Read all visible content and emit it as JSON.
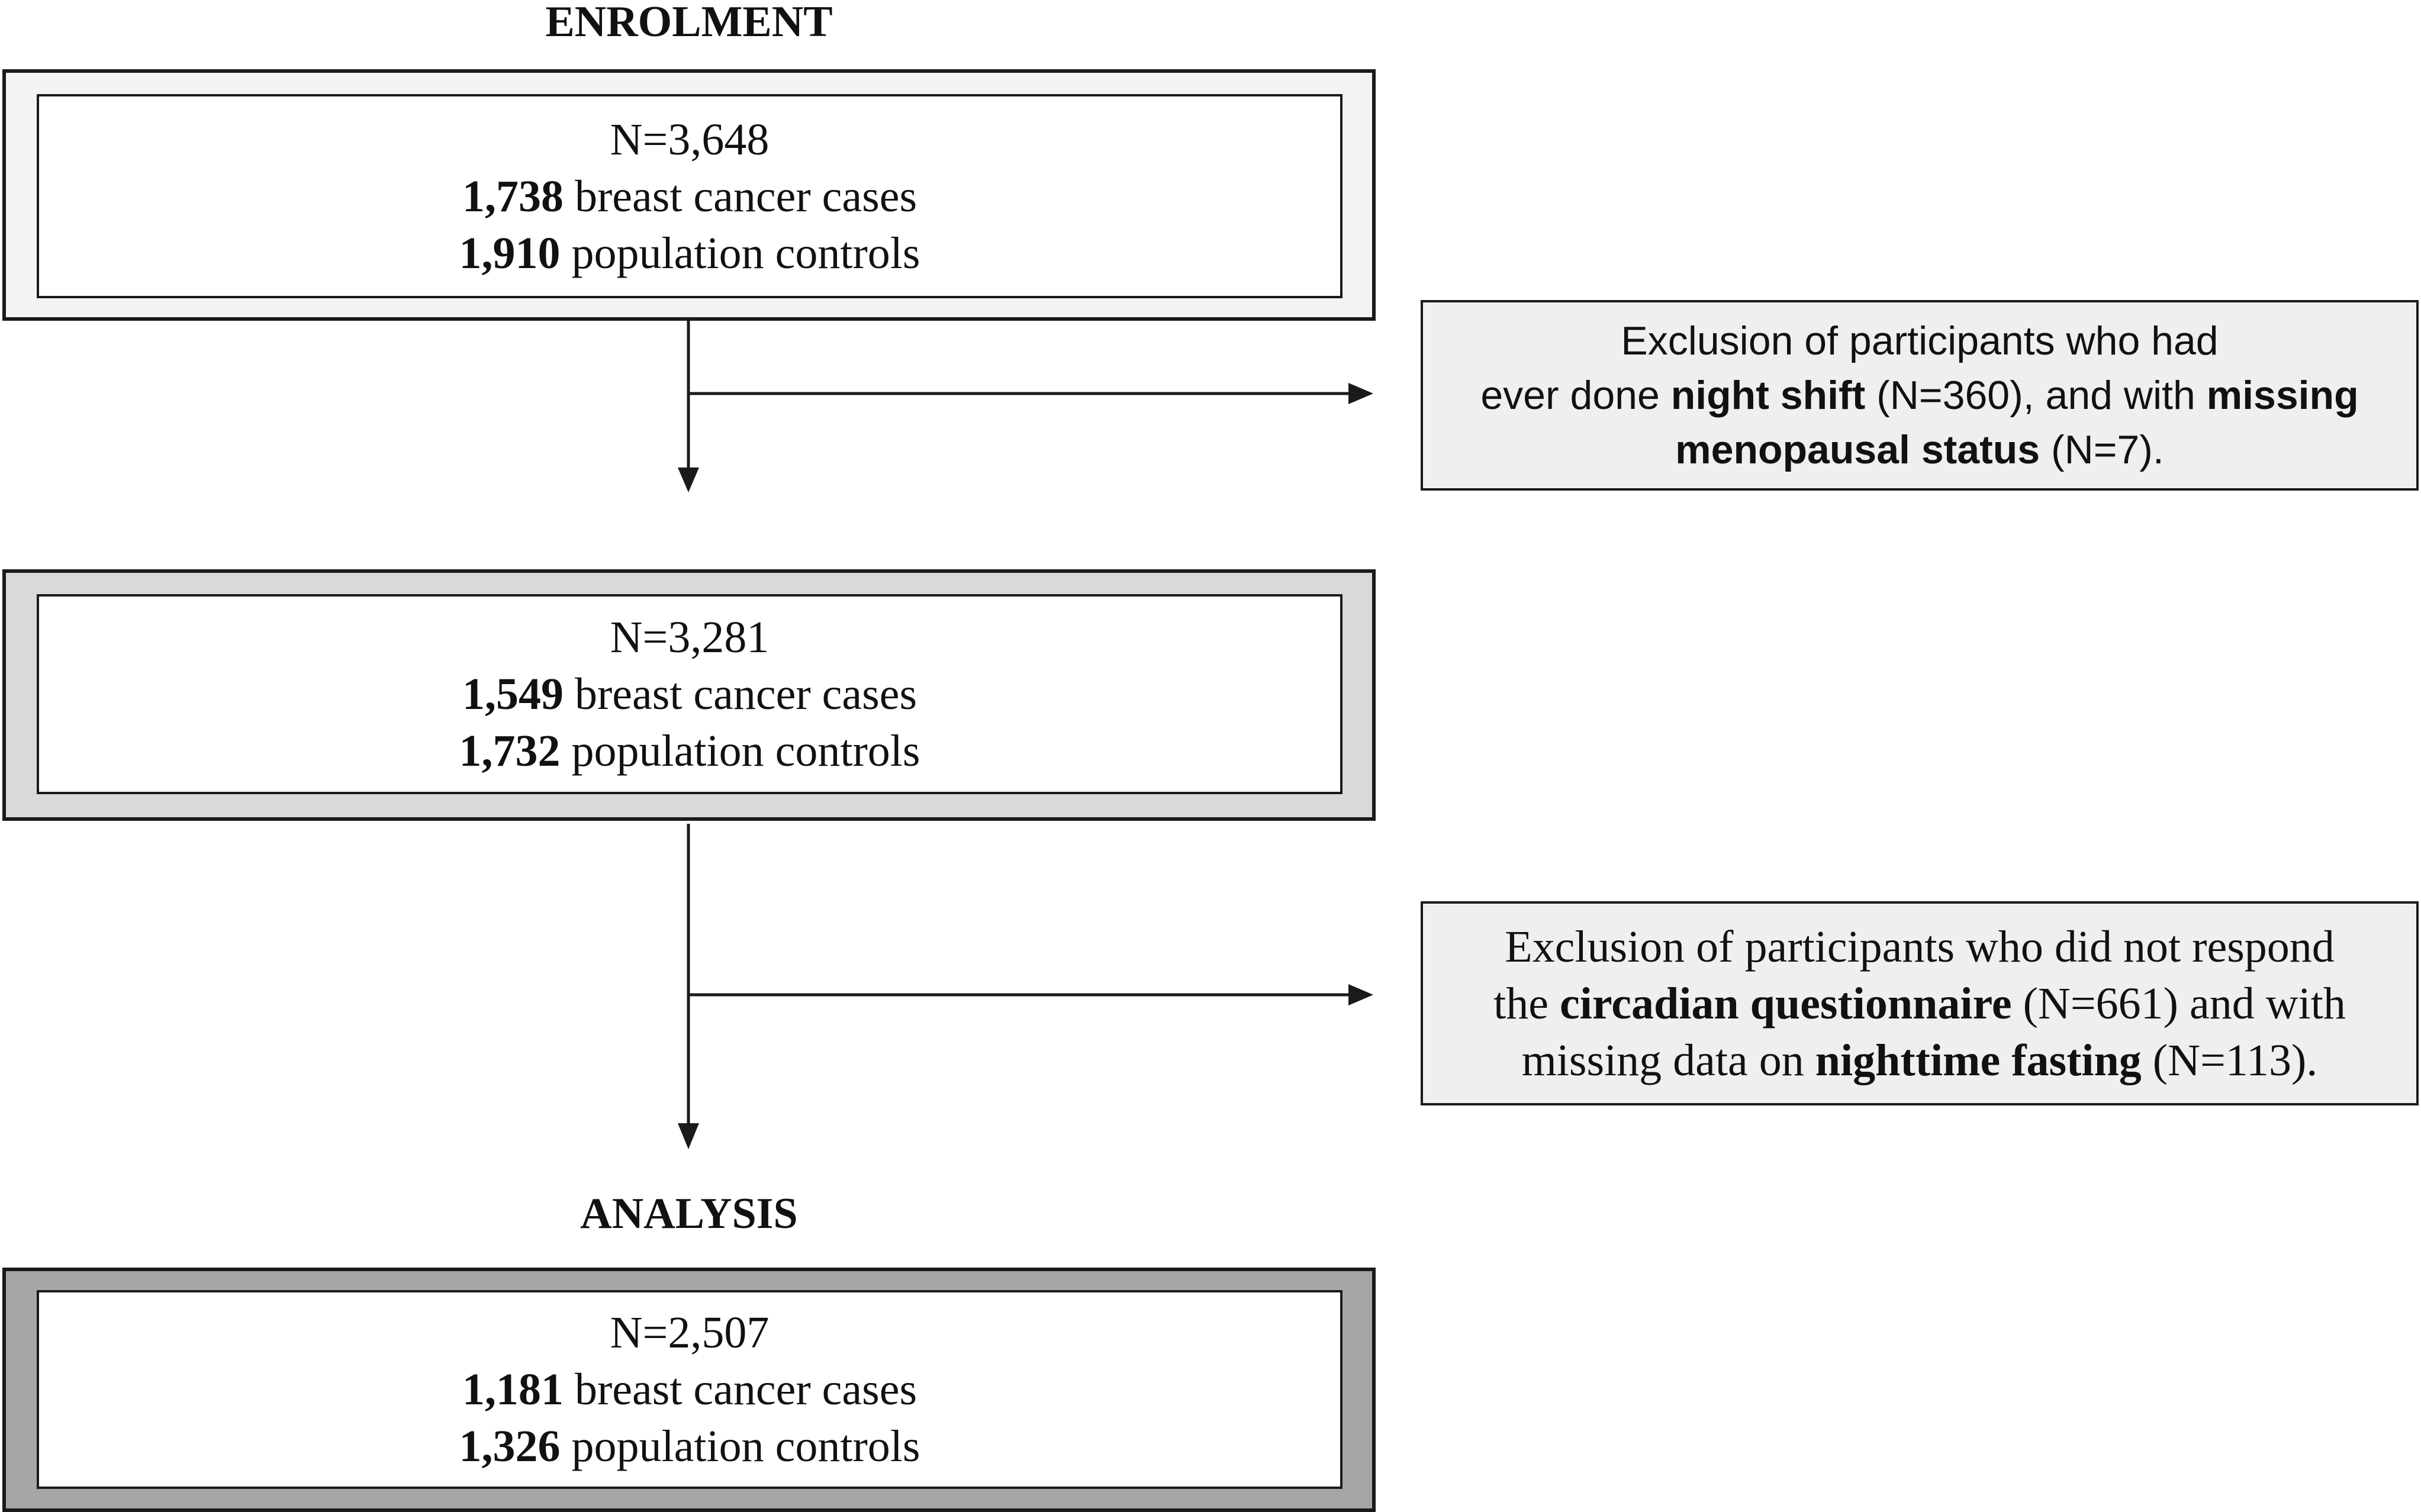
{
  "headings": {
    "enrolment": "ENROLMENT",
    "analysis": "ANALYSIS"
  },
  "boxes": [
    {
      "n": "N=3,648",
      "cases_count": "1,738",
      "cases_label": " breast cancer cases",
      "controls_count": "1,910",
      "controls_label": " population controls",
      "fill_color": "#f3f3f3"
    },
    {
      "n": "N=3,281",
      "cases_count": "1,549",
      "cases_label": " breast cancer cases",
      "controls_count": "1,732",
      "controls_label": " population controls",
      "fill_color": "#d9d9d9"
    },
    {
      "n": "N=2,507",
      "cases_count": "1,181",
      "cases_label": " breast cancer cases",
      "controls_count": "1,326",
      "controls_label": " population controls",
      "fill_color": "#a6a6a6"
    }
  ],
  "exclusions": [
    {
      "line1": "Exclusion of participants who had",
      "line2_pre": "ever done ",
      "line2_bold": "night shift",
      "line2_mid": " (N=360), and with ",
      "line2_bold2": "missing",
      "line3_bold": "menopausal status",
      "line3_post": " (N=7)."
    },
    {
      "line1": "Exclusion of participants who did not respond",
      "line2_pre": "the ",
      "line2_bold": "circadian questionnaire",
      "line2_post": " (N=661) and with",
      "line3_pre": "missing data on ",
      "line3_bold": "nighttime fasting",
      "line3_post": " (N=113)."
    }
  ]
}
